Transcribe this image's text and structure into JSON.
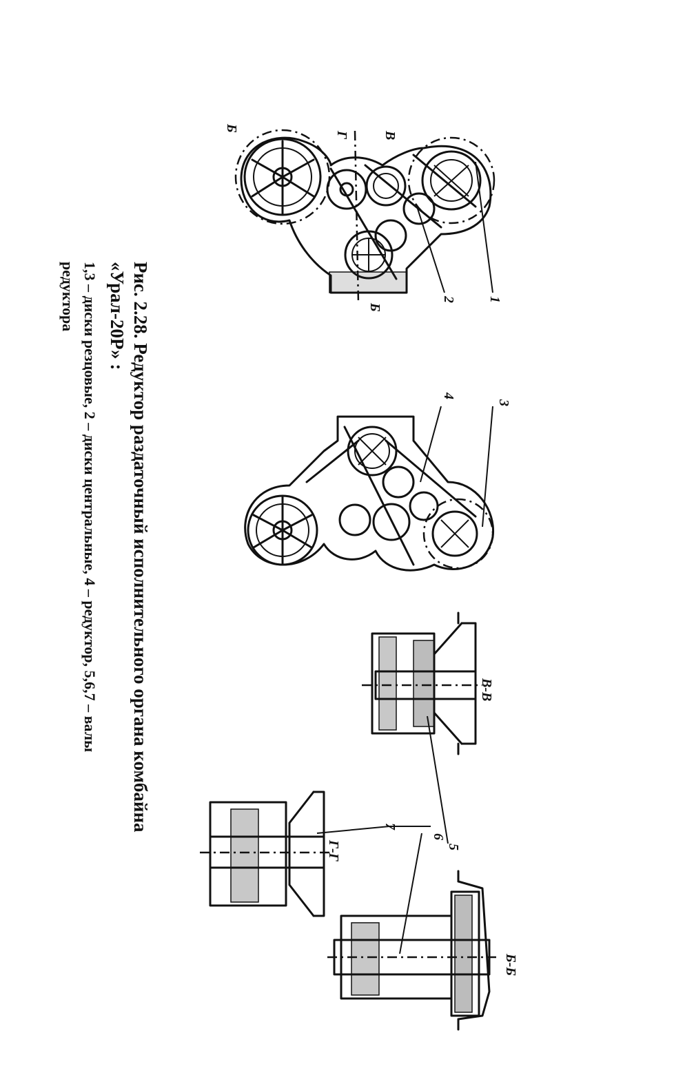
{
  "caption": {
    "title_line1": "Рис. 2.28. Редуктор раздаточный исполнительного органа комбайна",
    "title_line2": "«Урал-20Р» :",
    "legend_line1": "1,3 – диски резцовые, 2 – диски центральные, 4 – редуктор, 5,6,7 – валы",
    "legend_line2": "редуктора"
  },
  "labels": {
    "n1": "1",
    "n2": "2",
    "n3": "3",
    "n4": "4",
    "n5": "5",
    "n6": "6",
    "n7": "7",
    "section_bb": "Б-Б",
    "section_vv": "В-В",
    "section_gg": "Г-Г",
    "mark_bb_left": "Б",
    "mark_vv_left": "В",
    "mark_gg_left": "Г",
    "mark_bb_right": "Б"
  }
}
